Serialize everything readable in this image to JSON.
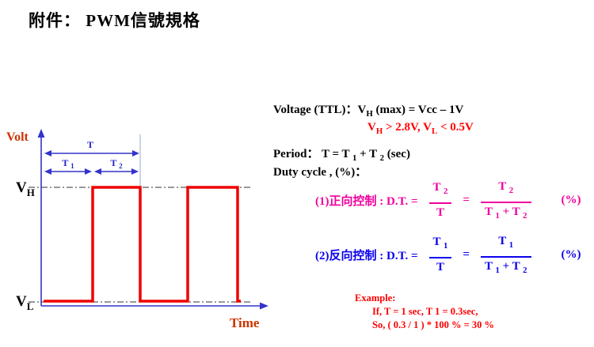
{
  "title": "附件： PWM信號規格",
  "colors": {
    "waveform_red": "#ee0000",
    "axis_blue": "#3333cc",
    "forward_magenta": "#f0009e",
    "reverse_blue": "#0b00ee",
    "highlight_red": "#ff0000",
    "axis_label_orange": "#cc3300"
  },
  "diagram": {
    "volt_label": "Volt",
    "time_label": "Time",
    "t_label": "T",
    "t1_main": "T ",
    "t1_sub": "1",
    "t2_main": "T ",
    "t2_sub": "2",
    "vh_main": "V",
    "vh_sub": "H",
    "vl_main": "V",
    "vl_sub": "L"
  },
  "specs": {
    "voltage": {
      "p1": "Voltage (TTL)：V",
      "sub1": "H",
      "p2": " (max) = Vcc – 1V"
    },
    "range": {
      "p1": "V",
      "sub1": "H",
      "p2": " > 2.8V,   V",
      "sub2": "L",
      "p3": " < 0.5V"
    },
    "period": {
      "p1": "Period： T =  T ",
      "sub1": "1",
      "p2": " + T ",
      "sub2": "2",
      "p3": "    (sec)"
    },
    "duty": "Duty cycle , (%)："
  },
  "formulas": {
    "forward": {
      "label": "(1)正向控制 : D.T. =",
      "num_main": "T ",
      "num_sub": "2",
      "den1": "T",
      "eq": "=",
      "den2_p1": "T ",
      "den2_s1": "1",
      "den2_p2": " + T ",
      "den2_s2": "2",
      "pct": "(%)"
    },
    "reverse": {
      "label": "(2)反向控制 : D.T. =",
      "num_main": "T ",
      "num_sub": "1",
      "den1": "T",
      "eq": "=",
      "den2_p1": "T ",
      "den2_s1": "1",
      "den2_p2": " + T ",
      "den2_s2": "2",
      "pct": "(%)"
    }
  },
  "example": {
    "title": "Example:",
    "line1": "If, T = 1 sec, T 1  = 0.3sec,",
    "line2": "So, ( 0.3 / 1 ) * 100 % = 30 %"
  }
}
